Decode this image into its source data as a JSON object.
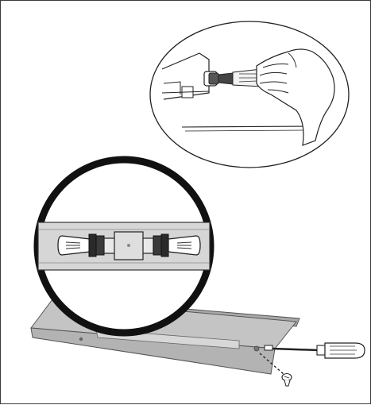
{
  "figure": {
    "description_visible_text": "",
    "colors": {
      "frame": "#3a3a3a",
      "line": "#222222",
      "panel_fill": "#bfbfbf",
      "panel_shadow": "#8f8f8f",
      "bulb_fill": "#e6e6e6",
      "white": "#ffffff"
    },
    "icons": [
      "hand-holding-bulb",
      "lamp-fixture-panel",
      "tube-lamp-bulb",
      "screwdriver",
      "screw"
    ]
  }
}
